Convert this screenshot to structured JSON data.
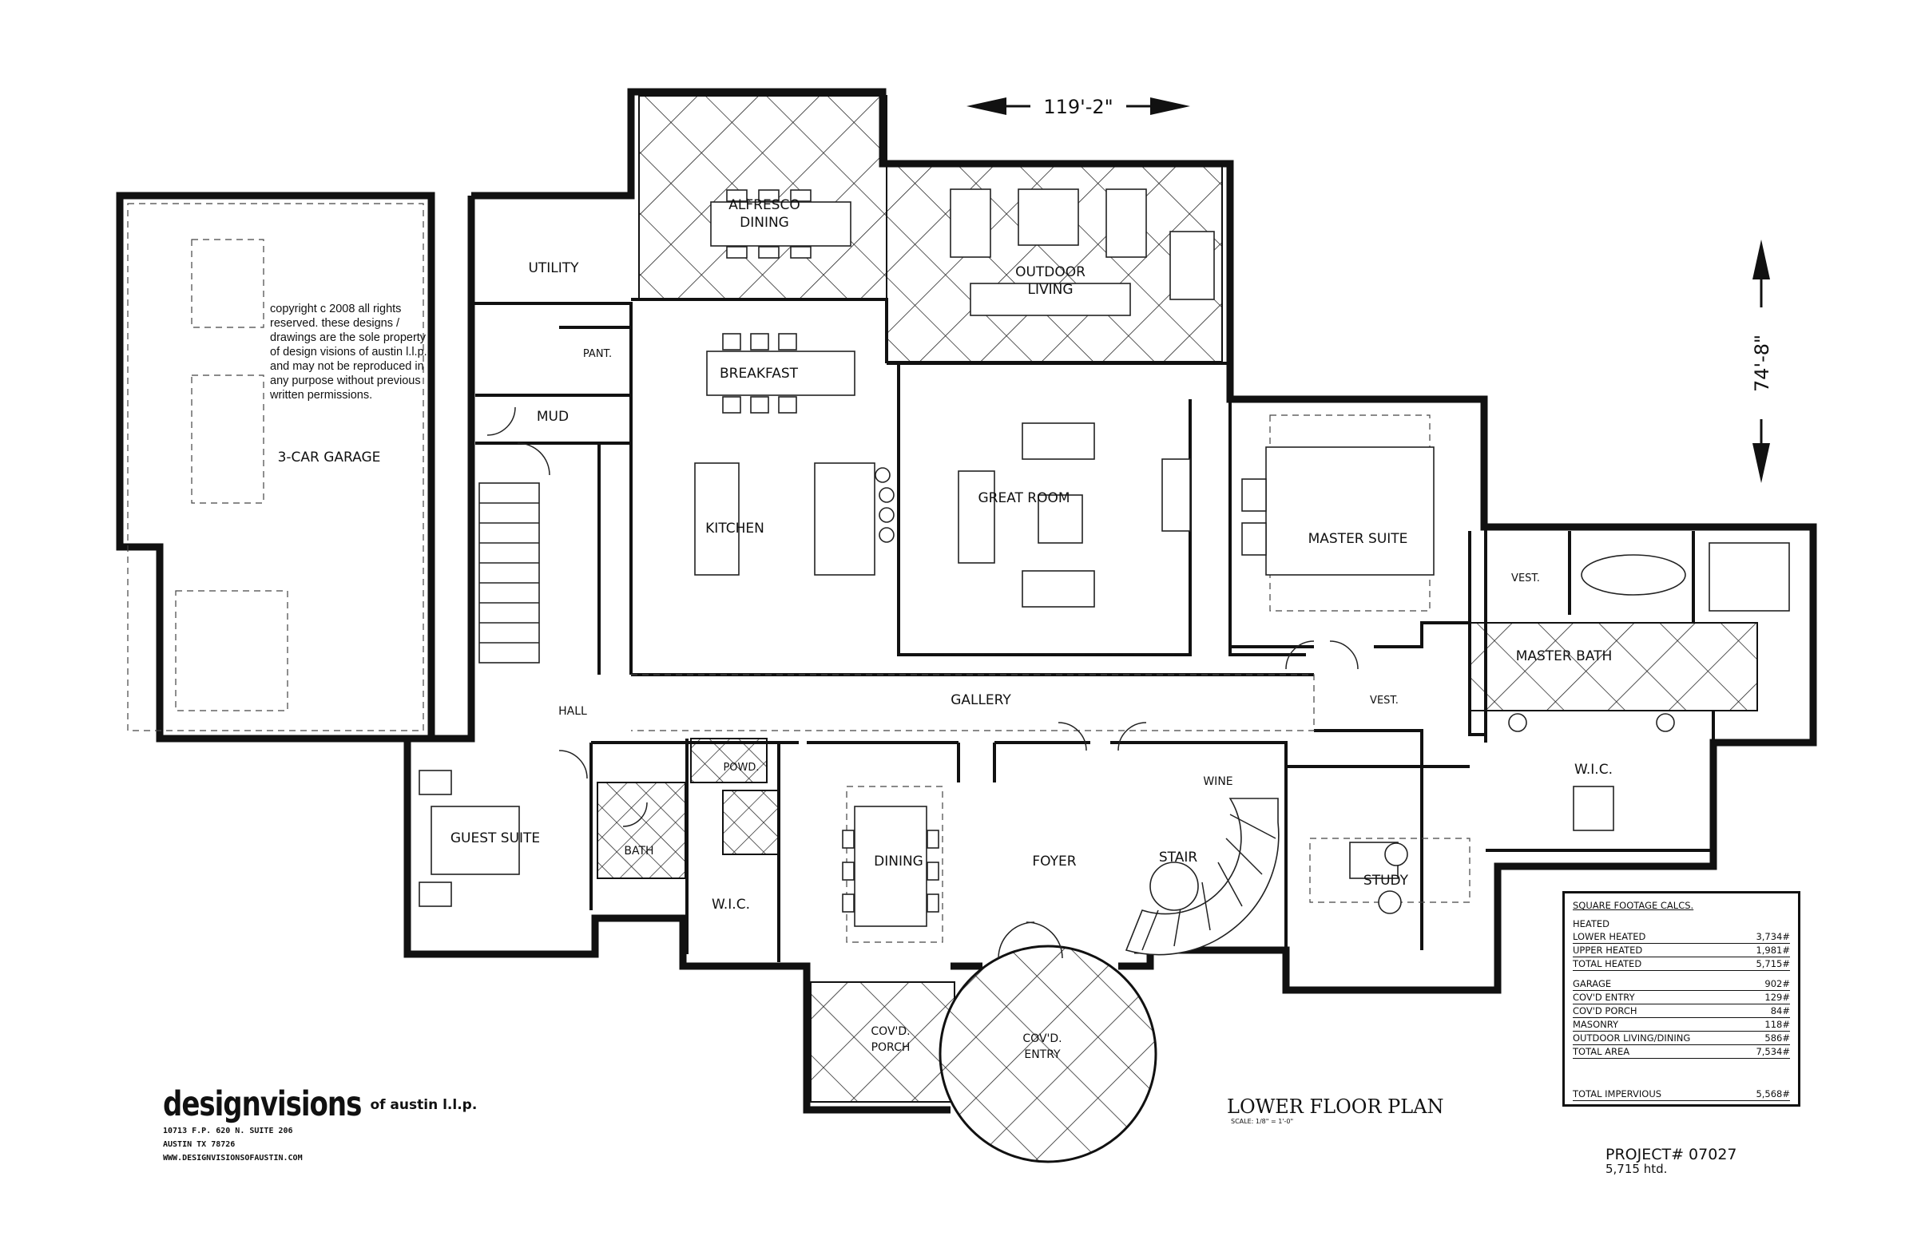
{
  "plan": {
    "title": "LOWER FLOOR PLAN",
    "scale": "SCALE: 1/8\" = 1'-0\"",
    "width_dimension": "119'-2\"",
    "depth_dimension": "74'-8\""
  },
  "rooms": {
    "alfresco_dining": [
      "ALFRESCO",
      "DINING"
    ],
    "outdoor_living": [
      "OUTDOOR",
      "LIVING"
    ],
    "utility": "UTILITY",
    "pantry": "PANT.",
    "breakfast": "BREAKFAST",
    "mud": "MUD",
    "garage": "3-CAR GARAGE",
    "kitchen": "KITCHEN",
    "great_room": "GREAT ROOM",
    "master_suite": "MASTER SUITE",
    "vest_upper": "VEST.",
    "master_bath": "MASTER BATH",
    "gallery": "GALLERY",
    "hall": "HALL",
    "vest_lower": "VEST.",
    "powder": "POWD.",
    "wine": "WINE",
    "wic_master": "W.I.C.",
    "guest_suite": "GUEST SUITE",
    "bath": "BATH",
    "dining": "DINING",
    "foyer": "FOYER",
    "stair": "STAIR",
    "study": "STUDY",
    "wic_guest": "W.I.C.",
    "covd_porch": [
      "COV'D.",
      "PORCH"
    ],
    "covd_entry": [
      "COV'D.",
      "ENTRY"
    ]
  },
  "copyright": "copyright c 2008 all rights reserved.  these designs / drawings are the sole property of design visions of austin l.l.p. and may not be reproduced in any purpose without previous written permissions.",
  "brand": {
    "name": "designvisions",
    "suffix": "of austin l.l.p.",
    "lines": [
      "10713 F.P. 620 N. SUITE 206",
      "AUSTIN TX 78726",
      "WWW.DESIGNVISIONSOFAUSTIN.COM"
    ]
  },
  "project": {
    "number": "PROJECT# 07027",
    "heated": "5,715 htd."
  },
  "sqft_table": {
    "title": "SQUARE FOOTAGE CALCS.",
    "heated_header": "HEATED",
    "heated_rows": [
      {
        "label": "LOWER HEATED",
        "value": "3,734#"
      },
      {
        "label": "UPPER HEATED",
        "value": "1,981#"
      },
      {
        "label": "TOTAL HEATED",
        "value": "5,715#"
      }
    ],
    "other_rows": [
      {
        "label": "GARAGE",
        "value": "902#"
      },
      {
        "label": "COV'D ENTRY",
        "value": "129#"
      },
      {
        "label": "COV'D PORCH",
        "value": "84#"
      },
      {
        "label": "MASONRY",
        "value": "118#"
      },
      {
        "label": "OUTDOOR LIVING/DINING",
        "value": "586#"
      },
      {
        "label": "TOTAL AREA",
        "value": "7,534#"
      }
    ],
    "impervious": {
      "label": "TOTAL IMPERVIOUS",
      "value": "5,568#"
    }
  }
}
